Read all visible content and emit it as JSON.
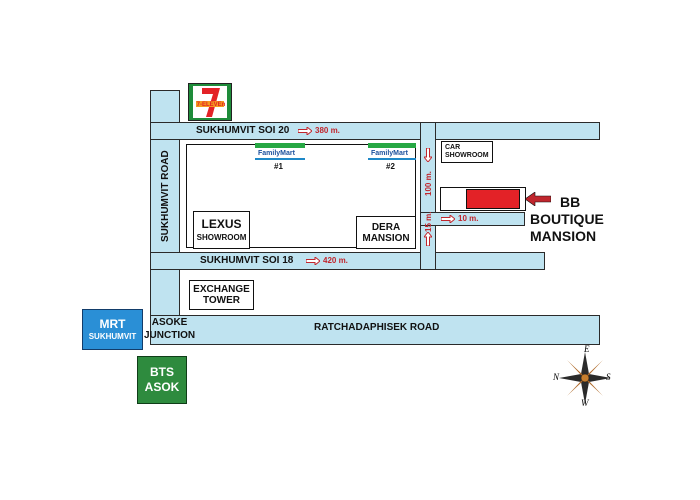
{
  "roads": {
    "sukhumvit_soi_20": "SUKHUMVIT SOI 20",
    "sukhumvit_soi_18": "SUKHUMVIT SOI 18",
    "sukhumvit_road": "SUKHUMVIT ROAD",
    "ratchadaphisek_road": "RATCHADAPHISEK ROAD",
    "asoke_junction_line1": "ASOKE",
    "asoke_junction_line2": "JUNCTION"
  },
  "distances": {
    "soi20": "380 m.",
    "soi18": "420 m.",
    "vertical_100": "100 m.",
    "vertical_15": "15 m.",
    "hotel_10": "10 m."
  },
  "landmarks": {
    "seven_eleven": "7-ELEVEn",
    "familymart_1_brand": "FamilyMart",
    "familymart_1_num": "#1",
    "familymart_2_brand": "FamilyMart",
    "familymart_2_num": "#2",
    "car_showroom_line1": "CAR",
    "car_showroom_line2": "SHOWROOM",
    "lexus_line1": "LEXUS",
    "lexus_line2": "SHOWROOM",
    "dera_line1": "DERA",
    "dera_line2": "MANSION",
    "exchange_line1": "EXCHANGE",
    "exchange_line2": "TOWER",
    "mrt_line1": "MRT",
    "mrt_line2": "SUKHUMVIT",
    "bts_line1": "BTS",
    "bts_line2": "ASOK"
  },
  "hotel": {
    "line1": "BB",
    "line2": "BOUTIQUE",
    "line3": "MANSION",
    "marker_color": "#e32227"
  },
  "compass": {
    "n": "N",
    "e": "E",
    "s": "S",
    "w": "W"
  },
  "colors": {
    "road": "#bfe3f0",
    "mrt": "#2a8fd6",
    "bts": "#2e8b3e",
    "seven_green": "#1e8c3a",
    "seven_red": "#e32227",
    "arrow": "#c0262d"
  }
}
